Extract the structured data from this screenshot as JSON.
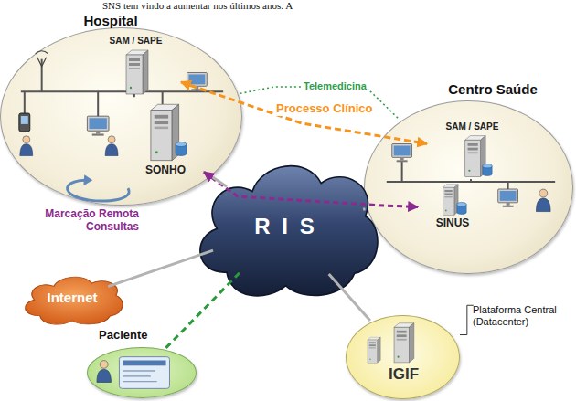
{
  "diagram": {
    "nodes": [
      {
        "text": [
          "Hospital"
        ]
      },
      {
        "text": [
          "SAM / SAPE"
        ],
        "in": 0
      },
      {
        "text": [
          "SONHO"
        ],
        "in": 0
      },
      {
        "text": [
          "Centro Saúde"
        ]
      },
      {
        "text": [
          "SAM / SAPE"
        ],
        "in": 3
      },
      {
        "text": [
          "SINUS"
        ],
        "in": 3
      },
      {
        "text": [
          "R I S"
        ]
      },
      {
        "text": [
          "Internet"
        ]
      },
      {
        "text": [
          "Paciente"
        ]
      },
      {
        "text": [
          "Plataforma Central (Datacenter)",
          "IGIF"
        ]
      }
    ],
    "edges": [
      {
        "from": 1,
        "to": 4,
        "label": "Processo Clínico",
        "arrow": "both"
      },
      {
        "from": 2,
        "to": 5,
        "label": "Marcação Remota Consultas",
        "arrow": "both"
      },
      {
        "from": 0,
        "to": 3,
        "label": "Telemedicina",
        "arrow": "none"
      },
      {
        "from": 0,
        "to": 6,
        "arrow": "none"
      },
      {
        "from": 3,
        "to": 6,
        "arrow": "none"
      },
      {
        "from": 7,
        "to": 6,
        "arrow": "none"
      },
      {
        "from": 9,
        "to": 6,
        "arrow": "none"
      },
      {
        "from": 8,
        "to": 6,
        "arrow": "none"
      }
    ],
    "labels": [
      "SNS tem vindo a aumentar nos últimos anos. A"
    ]
  }
}
